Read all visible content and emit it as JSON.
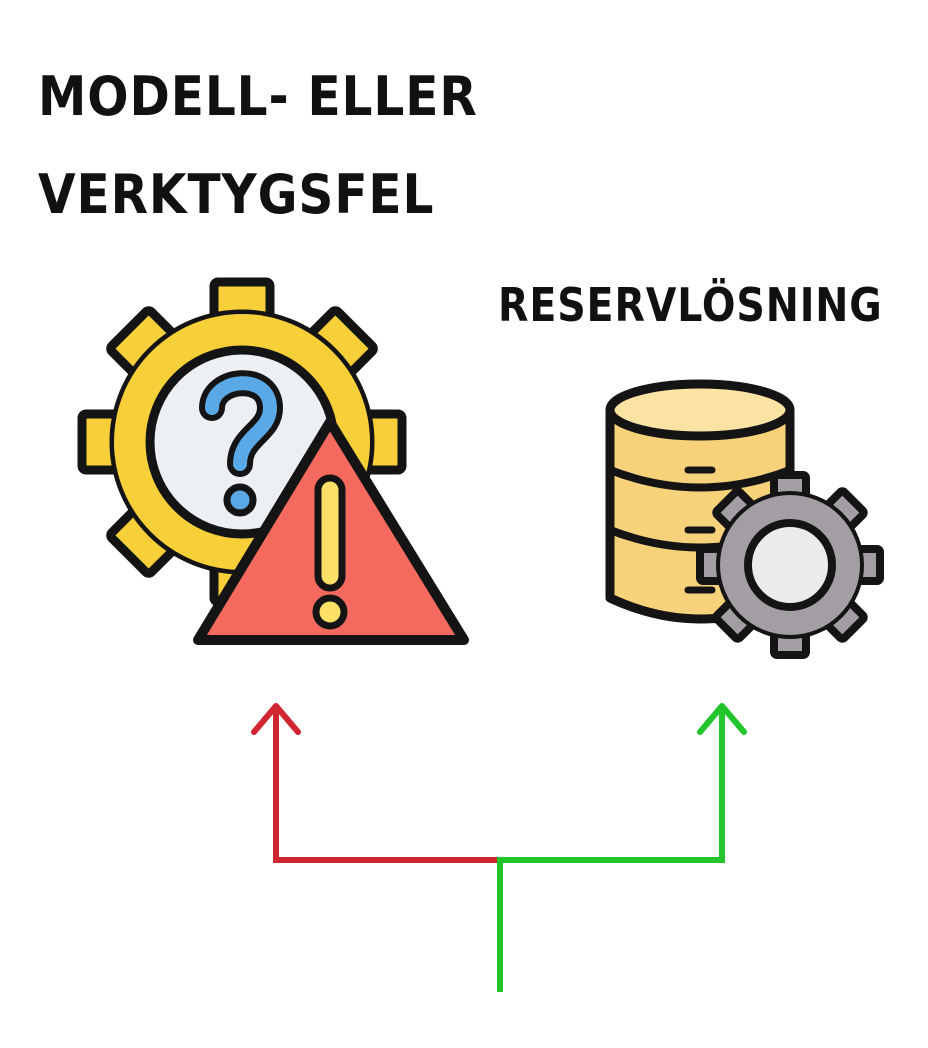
{
  "labels": {
    "error_line1": "MODELL- ELLER",
    "error_line2": "VERKTYGSFEL",
    "fallback": "RESERVLÖSNING"
  },
  "icons": {
    "error": "gear-question-warning-icon",
    "fallback": "database-gear-icon"
  },
  "colors": {
    "error_path": "#d0262f",
    "fallback_path": "#22c52c",
    "gear_yellow": "#f7cf39",
    "warning_red": "#f56a5e",
    "question_blue": "#5aa9e6",
    "db_yellow": "#f8d27a",
    "gear_grey": "#a39ea3"
  }
}
